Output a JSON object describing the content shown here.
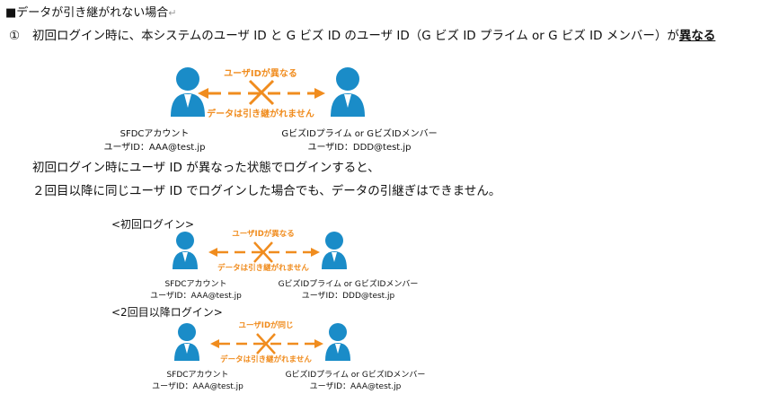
{
  "heading": "■データが引き継がれない場合",
  "return_mark": "↵",
  "item1": {
    "number": "①",
    "text": "初回ログイン時に、本システムのユーザ ID と G ビズ ID のユーザ ID（G ビズ ID プライム or G ビズ ID メンバー）が",
    "emphasis": "異なる"
  },
  "colors": {
    "orange": "#f08c1e",
    "person": "#1a8cc8"
  },
  "diagram_main": {
    "top_label": "ユーザIDが異なる",
    "bottom_label": "データは引き継がれません",
    "left_caption_line1": "SFDCアカウント",
    "left_caption_line2": "ユーザID：AAA@test.jp",
    "right_caption_line1": "GビズIDプライム or GビズIDメンバー",
    "right_caption_line2": "ユーザID：DDD@test.jp"
  },
  "paragraph": {
    "line1": "初回ログイン時にユーザ ID が異なった状態でログインすると、",
    "line2": "２回目以降に同じユーザ ID でログインした場合でも、データの引継ぎはできません。"
  },
  "section_first": {
    "label": "<初回ログイン>",
    "top_label": "ユーザIDが異なる",
    "bottom_label": "データは引き継がれません",
    "left_caption_line1": "SFDCアカウント",
    "left_caption_line2": "ユーザID：AAA@test.jp",
    "right_caption_line1": "GビズIDプライム or GビズIDメンバー",
    "right_caption_line2": "ユーザID：DDD@test.jp"
  },
  "section_second": {
    "label": "<2回目以降ログイン>",
    "top_label": "ユーザIDが同じ",
    "bottom_label": "データは引き継がれません",
    "left_caption_line1": "SFDCアカウント",
    "left_caption_line2": "ユーザID：AAA@test.jp",
    "right_caption_line1": "GビズIDプライム or GビズIDメンバー",
    "right_caption_line2": "ユーザID：AAA@test.jp"
  }
}
